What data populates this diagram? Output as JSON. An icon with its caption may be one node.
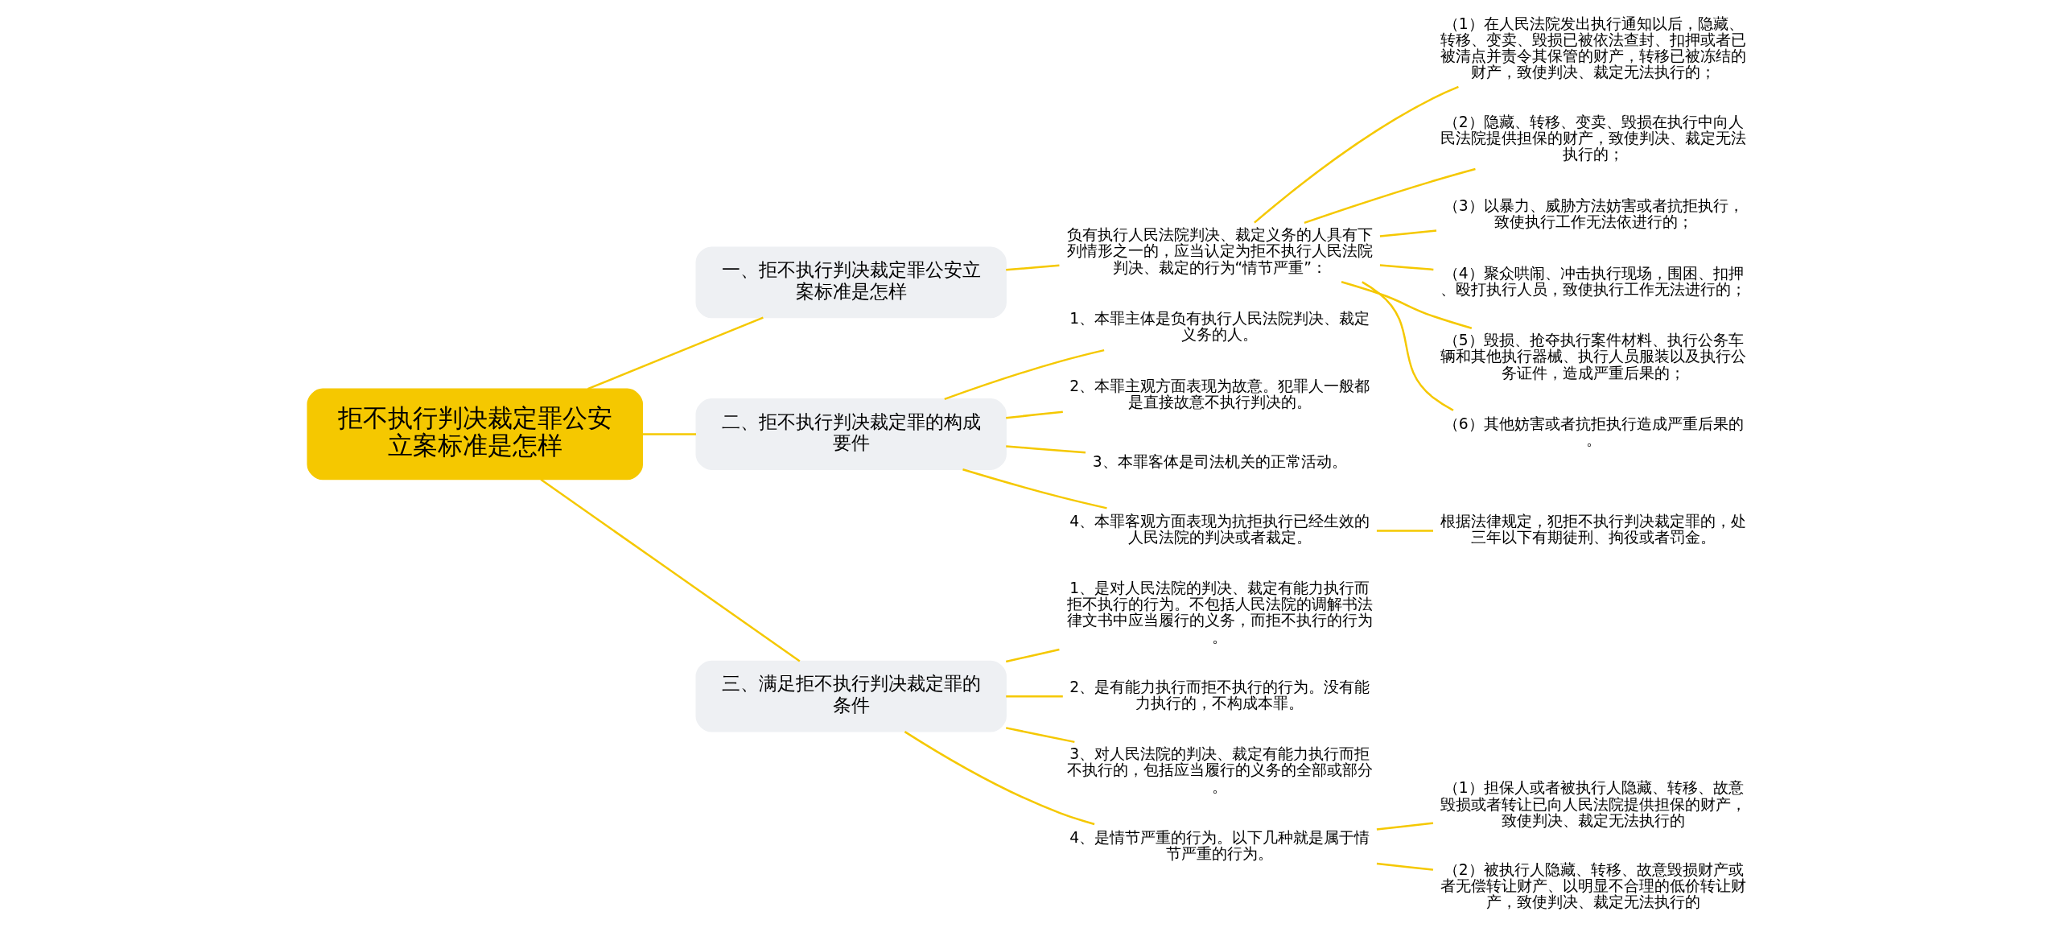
{
  "diagram": {
    "nodes": [
      {
        "text": [
          "拒不执行判决裁定罪公安立案标准是怎样"
        ]
      },
      {
        "text": [
          "一、拒不执行判决裁定罪公安立案标准是怎样"
        ]
      },
      {
        "text": [
          "负有执行人民法院判决、裁定义务的人具有下列情形之一的，应当认定为拒不执行人民法院判决、裁定的行为“情节严重”："
        ]
      },
      {
        "text": [
          "（1）在人民法院发出执行通知以后，隐藏、转移、变卖、毁损已被依法查封、扣押或者已被清点并责令其保管的财产，转移已被冻结的财产，致使判决、裁定无法执行的；"
        ]
      },
      {
        "text": [
          "（2）隐藏、转移、变卖、毁损在执行中向人民法院提供担保的财产，致使判决、裁定无法执行的；"
        ]
      },
      {
        "text": [
          "（3）以暴力、威胁方法妨害或者抗拒执行，致使执行工作无法依进行的；"
        ]
      },
      {
        "text": [
          "（4）聚众哄闹、冲击执行现场，围困、扣押、殴打执行人员，致使执行工作无法进行的；"
        ]
      },
      {
        "text": [
          "（5）毁损、抢夺执行案件材料、执行公务车辆和其他执行器械、执行人员服装以及执行公务证件，造成严重后果的；"
        ]
      },
      {
        "text": [
          "（6）其他妨害或者抗拒执行造成严重后果的。"
        ]
      },
      {
        "text": [
          "二、拒不执行判决裁定罪的构成要件"
        ]
      },
      {
        "text": [
          "1、本罪主体是负有执行人民法院判决、裁定义务的人。"
        ]
      },
      {
        "text": [
          "2、本罪主观方面表现为故意。犯罪人一般都是直接故意不执行判决的。"
        ]
      },
      {
        "text": [
          "3、本罪客体是司法机关的正常活动。"
        ]
      },
      {
        "text": [
          "4、本罪客观方面表现为抗拒执行已经生效的人民法院的判决或者裁定。"
        ]
      },
      {
        "text": [
          "根据法律规定，犯拒不执行判决裁定罪的，处三年以下有期徒刑、拘役或者罚金。"
        ]
      },
      {
        "text": [
          "三、满足拒不执行判决裁定罪的条件"
        ]
      },
      {
        "text": [
          "1、是对人民法院的判决、裁定有能力执行而拒不执行的行为。不包括人民法院的调解书法律文书中应当履行的义务，而拒不执行的行为。"
        ]
      },
      {
        "text": [
          "2、是有能力执行而拒不执行的行为。没有能力执行的，不构成本罪。"
        ]
      },
      {
        "text": [
          "3、对人民法院的判决、裁定有能力执行而拒不执行的，包括应当履行的义务的全部或部分。"
        ]
      },
      {
        "text": [
          "4、是情节严重的行为。以下几种就是属于情节严重的行为。"
        ]
      },
      {
        "text": [
          "（1）担保人或者被执行人隐藏、转移、故意毁损或者转让已向人民法院提供担保的财产，致使判决、裁定无法执行的"
        ]
      },
      {
        "text": [
          "（2）被执行人隐藏、转移、故意毁损财产或者无偿转让财产、以明显不合理的低价转让财产，致使判决、裁定无法执行的"
        ]
      }
    ],
    "edges": [
      {
        "from": 0,
        "to": 1,
        "arrow": "none"
      },
      {
        "from": 1,
        "to": 2,
        "arrow": "none"
      },
      {
        "from": 2,
        "to": 3,
        "arrow": "none"
      },
      {
        "from": 2,
        "to": 4,
        "arrow": "none"
      },
      {
        "from": 2,
        "to": 5,
        "arrow": "none"
      },
      {
        "from": 2,
        "to": 6,
        "arrow": "none"
      },
      {
        "from": 2,
        "to": 7,
        "arrow": "none"
      },
      {
        "from": 2,
        "to": 8,
        "arrow": "none"
      },
      {
        "from": 0,
        "to": 9,
        "arrow": "none"
      },
      {
        "from": 9,
        "to": 10,
        "arrow": "none"
      },
      {
        "from": 9,
        "to": 11,
        "arrow": "none"
      },
      {
        "from": 9,
        "to": 12,
        "arrow": "none"
      },
      {
        "from": 9,
        "to": 13,
        "arrow": "none"
      },
      {
        "from": 13,
        "to": 14,
        "arrow": "none"
      },
      {
        "from": 0,
        "to": 15,
        "arrow": "none"
      },
      {
        "from": 15,
        "to": 16,
        "arrow": "none"
      },
      {
        "from": 15,
        "to": 17,
        "arrow": "none"
      },
      {
        "from": 15,
        "to": 18,
        "arrow": "none"
      },
      {
        "from": 15,
        "to": 19,
        "arrow": "none"
      },
      {
        "from": 19,
        "to": 20,
        "arrow": "none"
      },
      {
        "from": 19,
        "to": 21,
        "arrow": "none"
      }
    ]
  }
}
